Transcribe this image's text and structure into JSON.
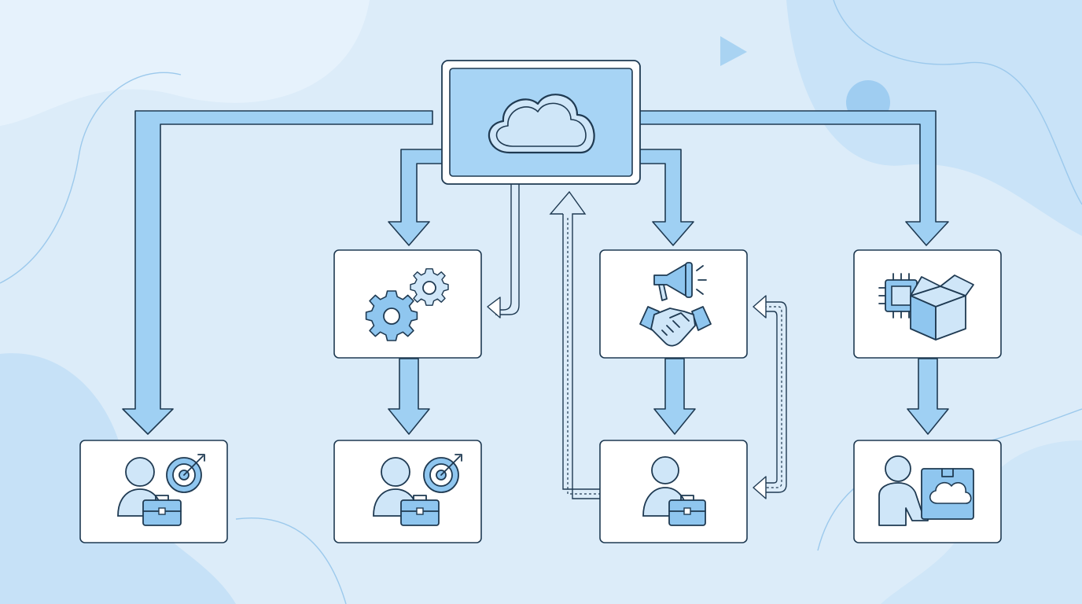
{
  "diagram": {
    "type": "hierarchy-flow",
    "colors": {
      "background": "#dcecf9",
      "accent": "#9fd0f3",
      "outline": "#1f3a52",
      "box": "#ffffff"
    },
    "root": {
      "icon": "cloud-icon"
    },
    "middle_nodes": [
      {
        "id": "operations",
        "icon": "gears-icon"
      },
      {
        "id": "marketing-partnerships",
        "icon": "megaphone-handshake-icon"
      },
      {
        "id": "hardware-shipping",
        "icon": "chip-box-icon"
      }
    ],
    "bottom_nodes": [
      {
        "id": "employee-goals-1",
        "icon": "person-target-briefcase-icon"
      },
      {
        "id": "employee-goals-2",
        "icon": "person-target-briefcase-icon"
      },
      {
        "id": "employee-3",
        "icon": "person-briefcase-icon"
      },
      {
        "id": "delivery",
        "icon": "person-cloud-package-icon"
      }
    ],
    "connections": [
      {
        "from": "root",
        "to": "employee-goals-1",
        "style": "solid"
      },
      {
        "from": "root",
        "to": "operations",
        "style": "solid"
      },
      {
        "from": "root",
        "to": "marketing-partnerships",
        "style": "solid"
      },
      {
        "from": "root",
        "to": "hardware-shipping",
        "style": "solid"
      },
      {
        "from": "operations",
        "to": "employee-goals-2",
        "style": "solid"
      },
      {
        "from": "marketing-partnerships",
        "to": "employee-3",
        "style": "solid"
      },
      {
        "from": "hardware-shipping",
        "to": "delivery",
        "style": "solid"
      },
      {
        "from": "root",
        "to": "operations",
        "style": "feedback-thin"
      },
      {
        "from": "employee-3",
        "to": "root",
        "style": "feedback-dashed"
      },
      {
        "from": "marketing-partnerships",
        "to": "employee-3",
        "style": "bidirectional-dashed"
      }
    ]
  }
}
